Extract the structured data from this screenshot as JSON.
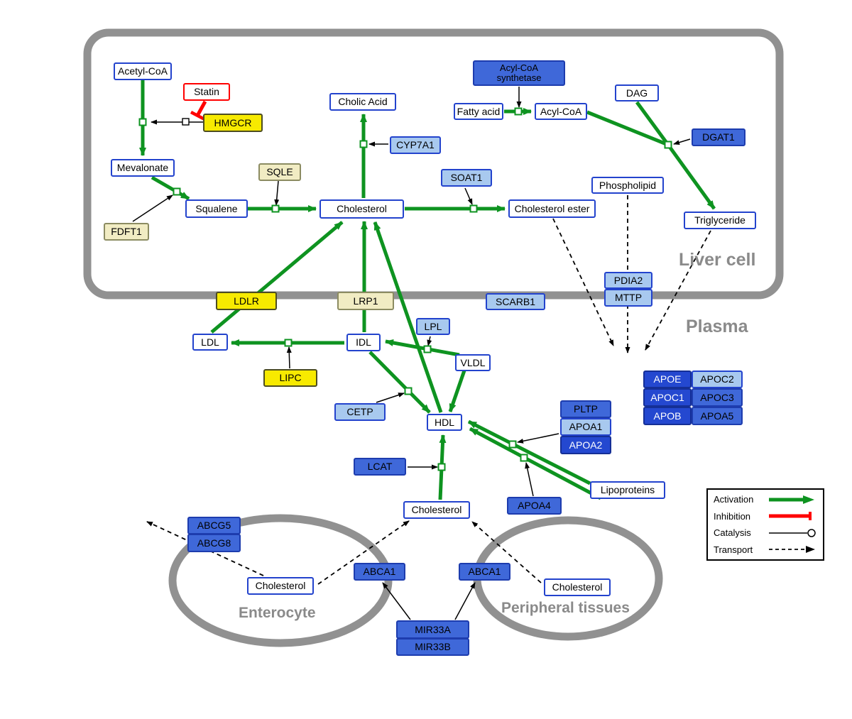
{
  "compartments": {
    "liver": "Liver cell",
    "plasma": "Plasma",
    "enterocyte": "Enterocyte",
    "peripheral": "Peripheral tissues"
  },
  "nodes": {
    "acetyl_coa": "Acetyl-CoA",
    "statin": "Statin",
    "hmgcr": "HMGCR",
    "mevalonate": "Mevalonate",
    "cholic_acid": "Cholic Acid",
    "cyp7a1": "CYP7A1",
    "sqle": "SQLE",
    "fdft1": "FDFT1",
    "squalene": "Squalene",
    "cholesterol": "Cholesterol",
    "soat1": "SOAT1",
    "cholesterol_ester": "Cholesterol ester",
    "acyl_coa_synthetase_1": "Acyl-CoA",
    "acyl_coa_synthetase_2": "synthetase",
    "fatty_acid": "Fatty acid",
    "acyl_coa": "Acyl-CoA",
    "dag": "DAG",
    "dgat1": "DGAT1",
    "phospholipid": "Phospholipid",
    "triglyceride": "Triglyceride",
    "pdia2": "PDIA2",
    "mttp": "MTTP",
    "ldlr": "LDLR",
    "lrp1": "LRP1",
    "scarb1": "SCARB1",
    "ldl": "LDL",
    "idl": "IDL",
    "lpl": "LPL",
    "vldl": "VLDL",
    "lipc": "LIPC",
    "cetp": "CETP",
    "hdl": "HDL",
    "pltp": "PLTP",
    "apoa1": "APOA1",
    "apoa2": "APOA2",
    "apoe": "APOE",
    "apoc2": "APOC2",
    "apoc1": "APOC1",
    "apoc3": "APOC3",
    "apob": "APOB",
    "apoa5": "APOA5",
    "lcat": "LCAT",
    "apoa4": "APOA4",
    "lipoproteins": "Lipoproteins",
    "abcg5": "ABCG5",
    "abcg8": "ABCG8",
    "abca1": "ABCA1",
    "mir33a": "MIR33A",
    "mir33b": "MIR33B"
  },
  "legend": {
    "activation": "Activation",
    "inhibition": "Inhibition",
    "catalysis": "Catalysis",
    "transport": "Transport"
  },
  "colors": {
    "activation_green": "#0E9320",
    "inhibition_red": "#FF0000",
    "node_border_blue": "#2343CD",
    "enzyme_yellow": "#F7EA00",
    "enzyme_cream": "#F1ECC3",
    "protein_light_blue": "#A8C9EF",
    "protein_medium_blue": "#3F68D9",
    "protein_dark_blue": "#2448D0",
    "membrane_gray": "#919191"
  }
}
